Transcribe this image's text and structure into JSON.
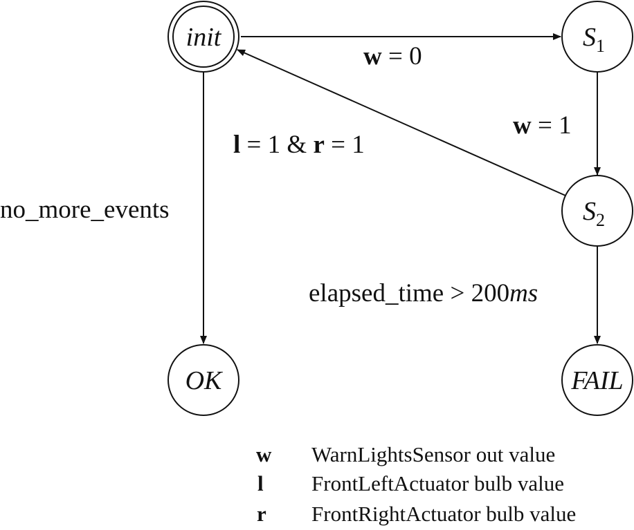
{
  "states": {
    "init": {
      "label": "init"
    },
    "s1": {
      "label": "S",
      "sub": "1"
    },
    "s2": {
      "label": "S",
      "sub": "2"
    },
    "ok": {
      "label": "OK"
    },
    "fail": {
      "label": "FAIL"
    }
  },
  "transitions": {
    "init_s1": {
      "var": "w",
      "rest": " = 0"
    },
    "s1_s2": {
      "var": "w",
      "rest": " = 1"
    },
    "s2_init": {
      "var1": "l",
      "mid": " = 1 & ",
      "var2": "r",
      "rest": " = 1"
    },
    "init_ok": {
      "text": "no_more_events"
    },
    "s2_fail": {
      "text": "elapsed_time > 200",
      "unit": "ms"
    }
  },
  "legend": [
    {
      "symbol": "w",
      "description": "WarnLightsSensor out value"
    },
    {
      "symbol": "l",
      "description": "FrontLeftActuator bulb value"
    },
    {
      "symbol": "r",
      "description": "FrontRightActuator bulb value"
    }
  ]
}
